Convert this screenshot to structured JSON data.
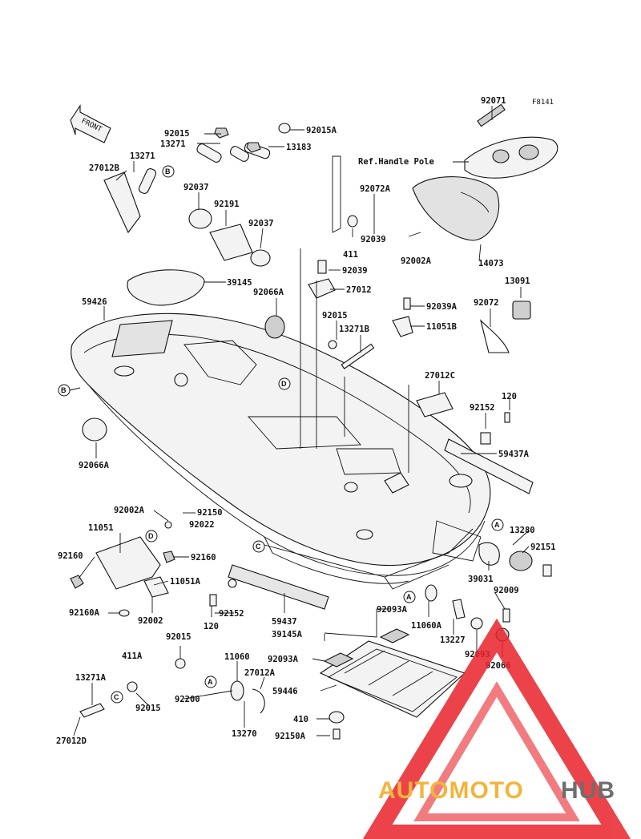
{
  "figure": {
    "code": "F8141",
    "front_label": "FRONT"
  },
  "labels": [
    {
      "id": "l92071",
      "text": "92071"
    },
    {
      "id": "l92015a_top",
      "text": "92015"
    },
    {
      "id": "l92015A",
      "text": "92015A"
    },
    {
      "id": "l13271_a",
      "text": "13271"
    },
    {
      "id": "l13183",
      "text": "13183"
    },
    {
      "id": "l13271_b",
      "text": "13271"
    },
    {
      "id": "l27012B",
      "text": "27012B"
    },
    {
      "id": "l92037_a",
      "text": "92037"
    },
    {
      "id": "l92191",
      "text": "92191"
    },
    {
      "id": "l92037_b",
      "text": "92037"
    },
    {
      "id": "lRefHandle",
      "text": "Ref.Handle Pole"
    },
    {
      "id": "l92072A",
      "text": "92072A"
    },
    {
      "id": "l92039_a",
      "text": "92039"
    },
    {
      "id": "l411_a",
      "text": "411"
    },
    {
      "id": "l92002A_top",
      "text": "92002A"
    },
    {
      "id": "l14073",
      "text": "14073"
    },
    {
      "id": "l92039_b",
      "text": "92039"
    },
    {
      "id": "l39145",
      "text": "39145"
    },
    {
      "id": "l92066A_top",
      "text": "92066A"
    },
    {
      "id": "l27012",
      "text": "27012"
    },
    {
      "id": "l13091",
      "text": "13091"
    },
    {
      "id": "l59426",
      "text": "59426"
    },
    {
      "id": "l92039A",
      "text": "92039A"
    },
    {
      "id": "l92015_mid",
      "text": "92015"
    },
    {
      "id": "l13271B",
      "text": "13271B"
    },
    {
      "id": "l11051B",
      "text": "11051B"
    },
    {
      "id": "l92072",
      "text": "92072"
    },
    {
      "id": "l27012C",
      "text": "27012C"
    },
    {
      "id": "l120_top",
      "text": "120"
    },
    {
      "id": "l92152_top",
      "text": "92152"
    },
    {
      "id": "l59437A",
      "text": "59437A"
    },
    {
      "id": "l92066A_left",
      "text": "92066A"
    },
    {
      "id": "l92002A_mid",
      "text": "92002A"
    },
    {
      "id": "l92150",
      "text": "92150"
    },
    {
      "id": "l92022",
      "text": "92022"
    },
    {
      "id": "l11051",
      "text": "11051"
    },
    {
      "id": "l13280",
      "text": "13280"
    },
    {
      "id": "l92160_l",
      "text": "92160"
    },
    {
      "id": "l92160_r",
      "text": "92160"
    },
    {
      "id": "l92151",
      "text": "92151"
    },
    {
      "id": "l11051A",
      "text": "11051A"
    },
    {
      "id": "l39031",
      "text": "39031"
    },
    {
      "id": "l92009",
      "text": "92009"
    },
    {
      "id": "l92160A",
      "text": "92160A"
    },
    {
      "id": "l92002",
      "text": "92002"
    },
    {
      "id": "l120_mid",
      "text": "120"
    },
    {
      "id": "l92152_mid",
      "text": "92152"
    },
    {
      "id": "l59437",
      "text": "59437"
    },
    {
      "id": "l92093A_a",
      "text": "92093A"
    },
    {
      "id": "l11060A",
      "text": "11060A"
    },
    {
      "id": "l13227",
      "text": "13227"
    },
    {
      "id": "l39145A",
      "text": "39145A"
    },
    {
      "id": "l92093",
      "text": "92093"
    },
    {
      "id": "l92015_low",
      "text": "92015"
    },
    {
      "id": "l411A",
      "text": "411A"
    },
    {
      "id": "l92066",
      "text": "92066"
    },
    {
      "id": "l11060",
      "text": "11060"
    },
    {
      "id": "l27012A",
      "text": "27012A"
    },
    {
      "id": "l92093A_b",
      "text": "92093A"
    },
    {
      "id": "l13271A",
      "text": "13271A"
    },
    {
      "id": "l59446",
      "text": "59446"
    },
    {
      "id": "l92015_bot",
      "text": "92015"
    },
    {
      "id": "l92200",
      "text": "92200"
    },
    {
      "id": "l410",
      "text": "410"
    },
    {
      "id": "l13270",
      "text": "13270"
    },
    {
      "id": "l92150A",
      "text": "92150A"
    },
    {
      "id": "l27012D",
      "text": "27012D"
    }
  ],
  "callouts": {
    "a": "A",
    "b": "B",
    "c": "C",
    "d": "D"
  },
  "watermark": {
    "part1": "AUTOMOTO",
    "part2": "HUB",
    "color1": "#f2a71b",
    "color2": "#555555",
    "logo_color": "#e8232a"
  }
}
